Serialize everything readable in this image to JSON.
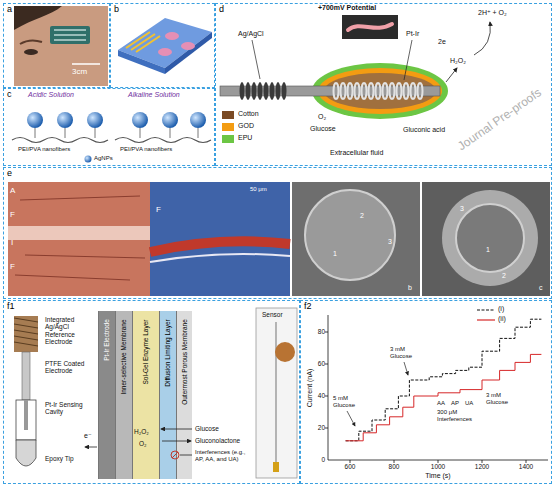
{
  "diagram": {
    "nodes": [
      {
        "text": [
          "a"
        ]
      },
      {
        "text": [
          "b"
        ]
      },
      {
        "text": [
          "c"
        ]
      },
      {
        "text": [
          "d"
        ]
      },
      {
        "text": [
          "e"
        ]
      },
      {
        "text": [
          "f1"
        ]
      },
      {
        "text": [
          "f2"
        ]
      },
      {
        "text": [
          "Pt-Ir Electrode"
        ],
        "in": 5
      },
      {
        "text": [
          "Inner-selective Membrane"
        ],
        "in": 5
      },
      {
        "text": [
          "Sol-Gel Enzyme Layer"
        ],
        "in": 5
      },
      {
        "text": [
          "Diffusion Limiting Layer"
        ],
        "in": 5
      },
      {
        "text": [
          "Outermost Porous Membrane"
        ],
        "in": 5
      }
    ],
    "labels": [
      "3cm",
      "Acidic Solution",
      "Alkaline Solution",
      "PEI/PVA nanofibers",
      "PEI/PVA nanofibers",
      "AgNPs",
      "+700mV Potential",
      "Ag/AgCl",
      "Pt-Ir",
      "2H⁺ + O₂",
      "2e",
      "H₂O₂",
      "O₂",
      "Glucose",
      "Gluconic acid",
      "Extracellular fluid",
      "A",
      "F",
      "I",
      "F",
      "F",
      "50 μm",
      "1",
      "2",
      "3",
      "b",
      "1",
      "2",
      "3",
      "c",
      "Integrated Ag/AgCl Reference Electrode",
      "PTFE Coated Electrode",
      "Pt-Ir Sensing Cavity",
      "e⁻",
      "Epoxy Tip",
      "H₂O₂",
      "O₂",
      "Glucose",
      "Gluconolactone",
      "Interferences (e.g., AP, AA, and UA)",
      "Sensor",
      "Current (nA)",
      "Time (s)",
      "0",
      "20",
      "40",
      "60",
      "80",
      "600",
      "800",
      "1000",
      "1200",
      "1400",
      "5 mM Glucose",
      "3 mM Glucose",
      "AA",
      "AP",
      "UA",
      "300 μM Interferences",
      "3 mM Glucose",
      "Journal Pre-proofs"
    ],
    "legend": [
      {
        "text": "Cotton",
        "color": "#7a4a24"
      },
      {
        "text": "GOD",
        "color": "#f39c12"
      },
      {
        "text": "EPU",
        "color": "#6cc644"
      },
      {
        "text": "(i)"
      },
      {
        "text": "(ii)"
      }
    ]
  }
}
